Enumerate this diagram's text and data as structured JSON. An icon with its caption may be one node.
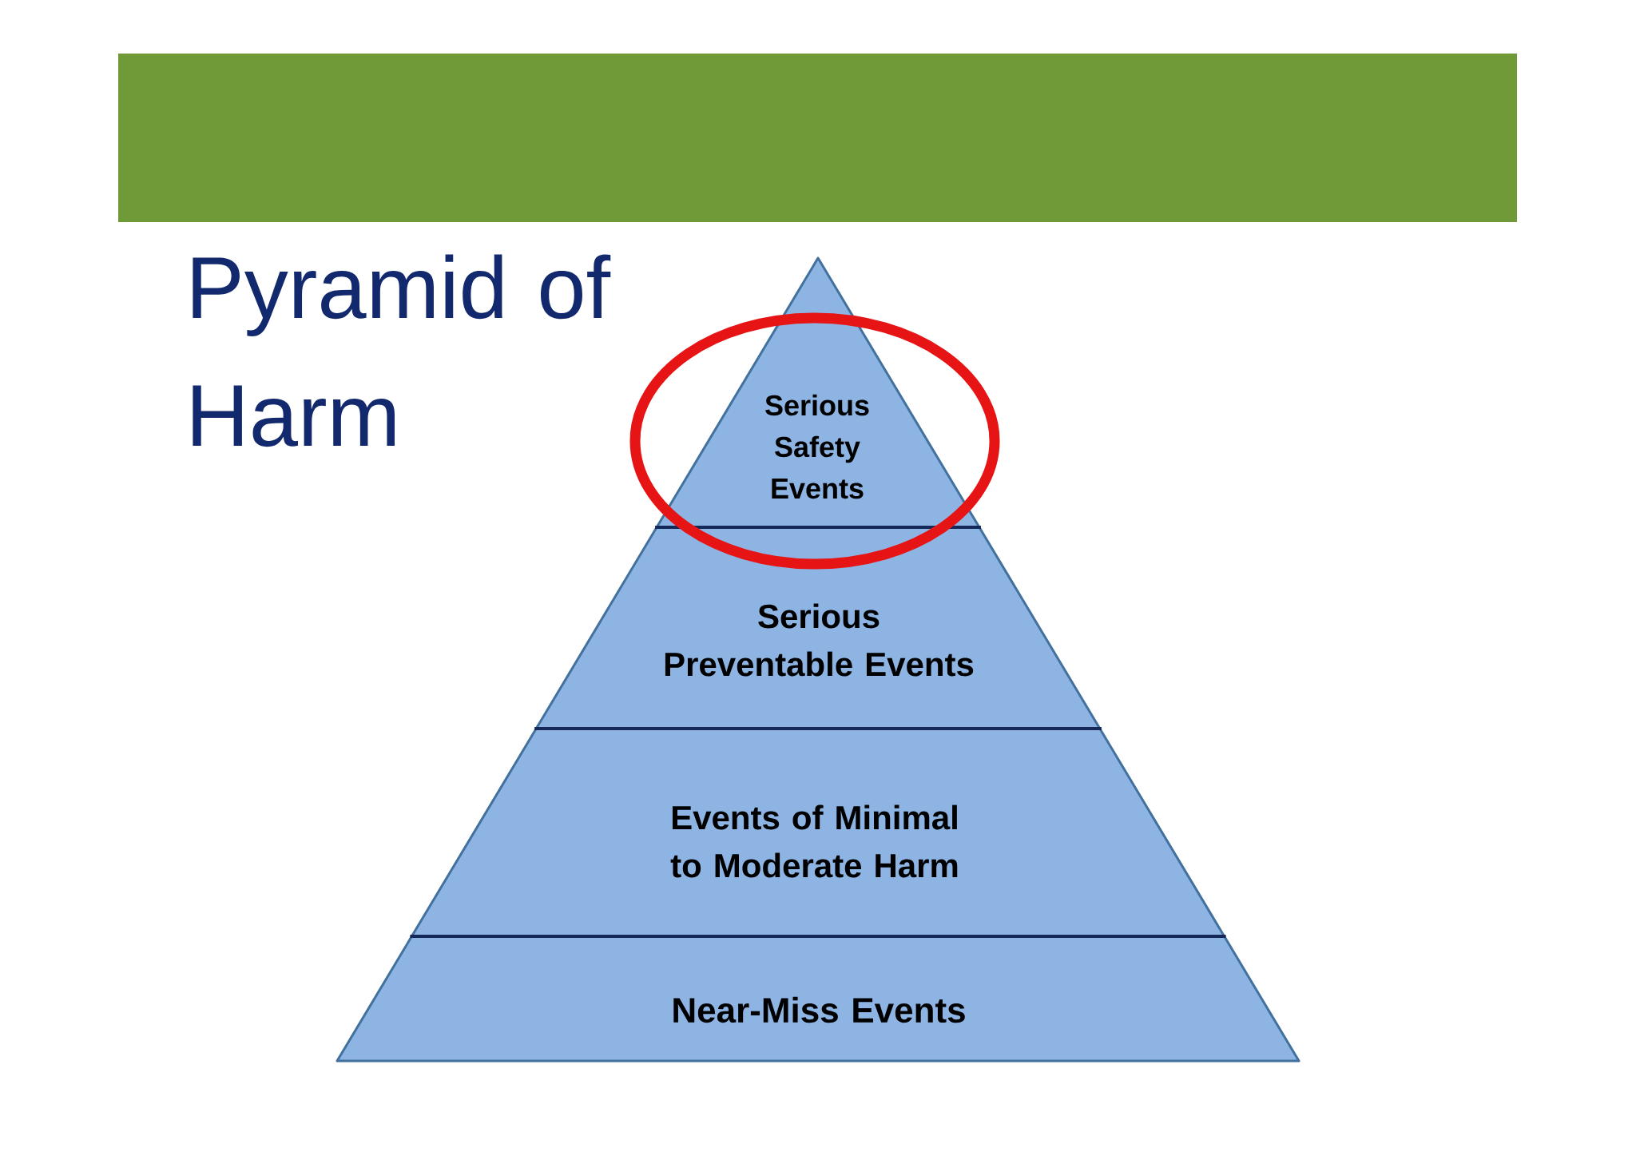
{
  "diagram": {
    "title": "Pyramid of Harm",
    "nodes": [
      {
        "text": [
          "Serious Safety Events"
        ]
      },
      {
        "text": [
          "Serious Preventable Events"
        ]
      },
      {
        "text": [
          "Events of Minimal to Moderate Harm"
        ]
      },
      {
        "text": [
          "Near-Miss Events"
        ]
      }
    ]
  }
}
